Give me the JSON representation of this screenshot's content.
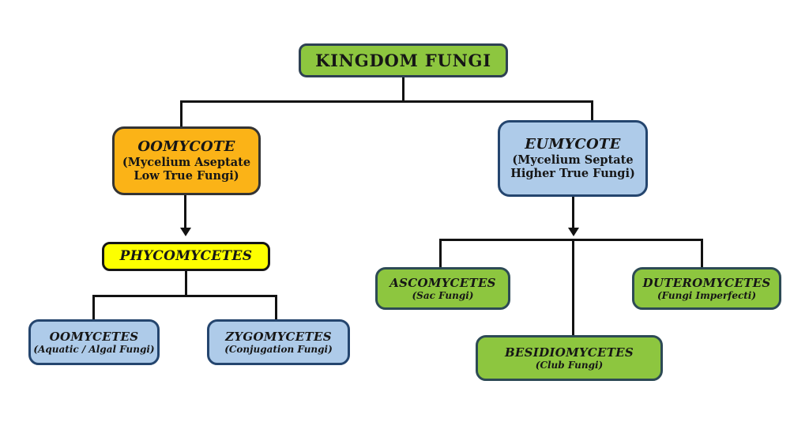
{
  "diagram": {
    "background": "#ffffff",
    "line_color": "#121212",
    "nodes": {
      "kingdom_fungi": {
        "title": "KINGDOM FUNGI",
        "fill": "#8dc63f",
        "border": "#2e4053"
      },
      "oomycote": {
        "title": "OOMYCOTE",
        "subtitle1": "(Mycelium Aseptate",
        "subtitle2": "Low True Fungi)",
        "fill": "#fbb317",
        "border": "#343434"
      },
      "eumycote": {
        "title": "EUMYCOTE",
        "subtitle1": "(Mycelium Septate",
        "subtitle2": "Higher True Fungi)",
        "fill": "#aecbe9",
        "border": "#24456e"
      },
      "phycomycetes": {
        "title": "PHYCOMYCETES",
        "fill": "#fdff00",
        "border": "#161616"
      },
      "oomycetes": {
        "title": "OOMYCETES",
        "subtitle": "(Aquatic / Algal Fungi)",
        "fill": "#aecbe9",
        "border": "#24456e"
      },
      "zygomycetes": {
        "title": "ZYGOMYCETES",
        "subtitle": "(Conjugation Fungi)",
        "fill": "#aecbe9",
        "border": "#24456e"
      },
      "ascomycetes": {
        "title": "ASCOMYCETES",
        "subtitle": "(Sac Fungi)",
        "fill": "#8dc63f",
        "border": "#2d4a55"
      },
      "duteromycetes": {
        "title": "DUTEROMYCETES",
        "subtitle": "(Fungi Imperfecti)",
        "fill": "#8dc63f",
        "border": "#2d4a55"
      },
      "besidiomycetes": {
        "title": "BESIDIOMYCETES",
        "subtitle": "(Club Fungi)",
        "fill": "#8dc63f",
        "border": "#2d4a55"
      }
    }
  }
}
